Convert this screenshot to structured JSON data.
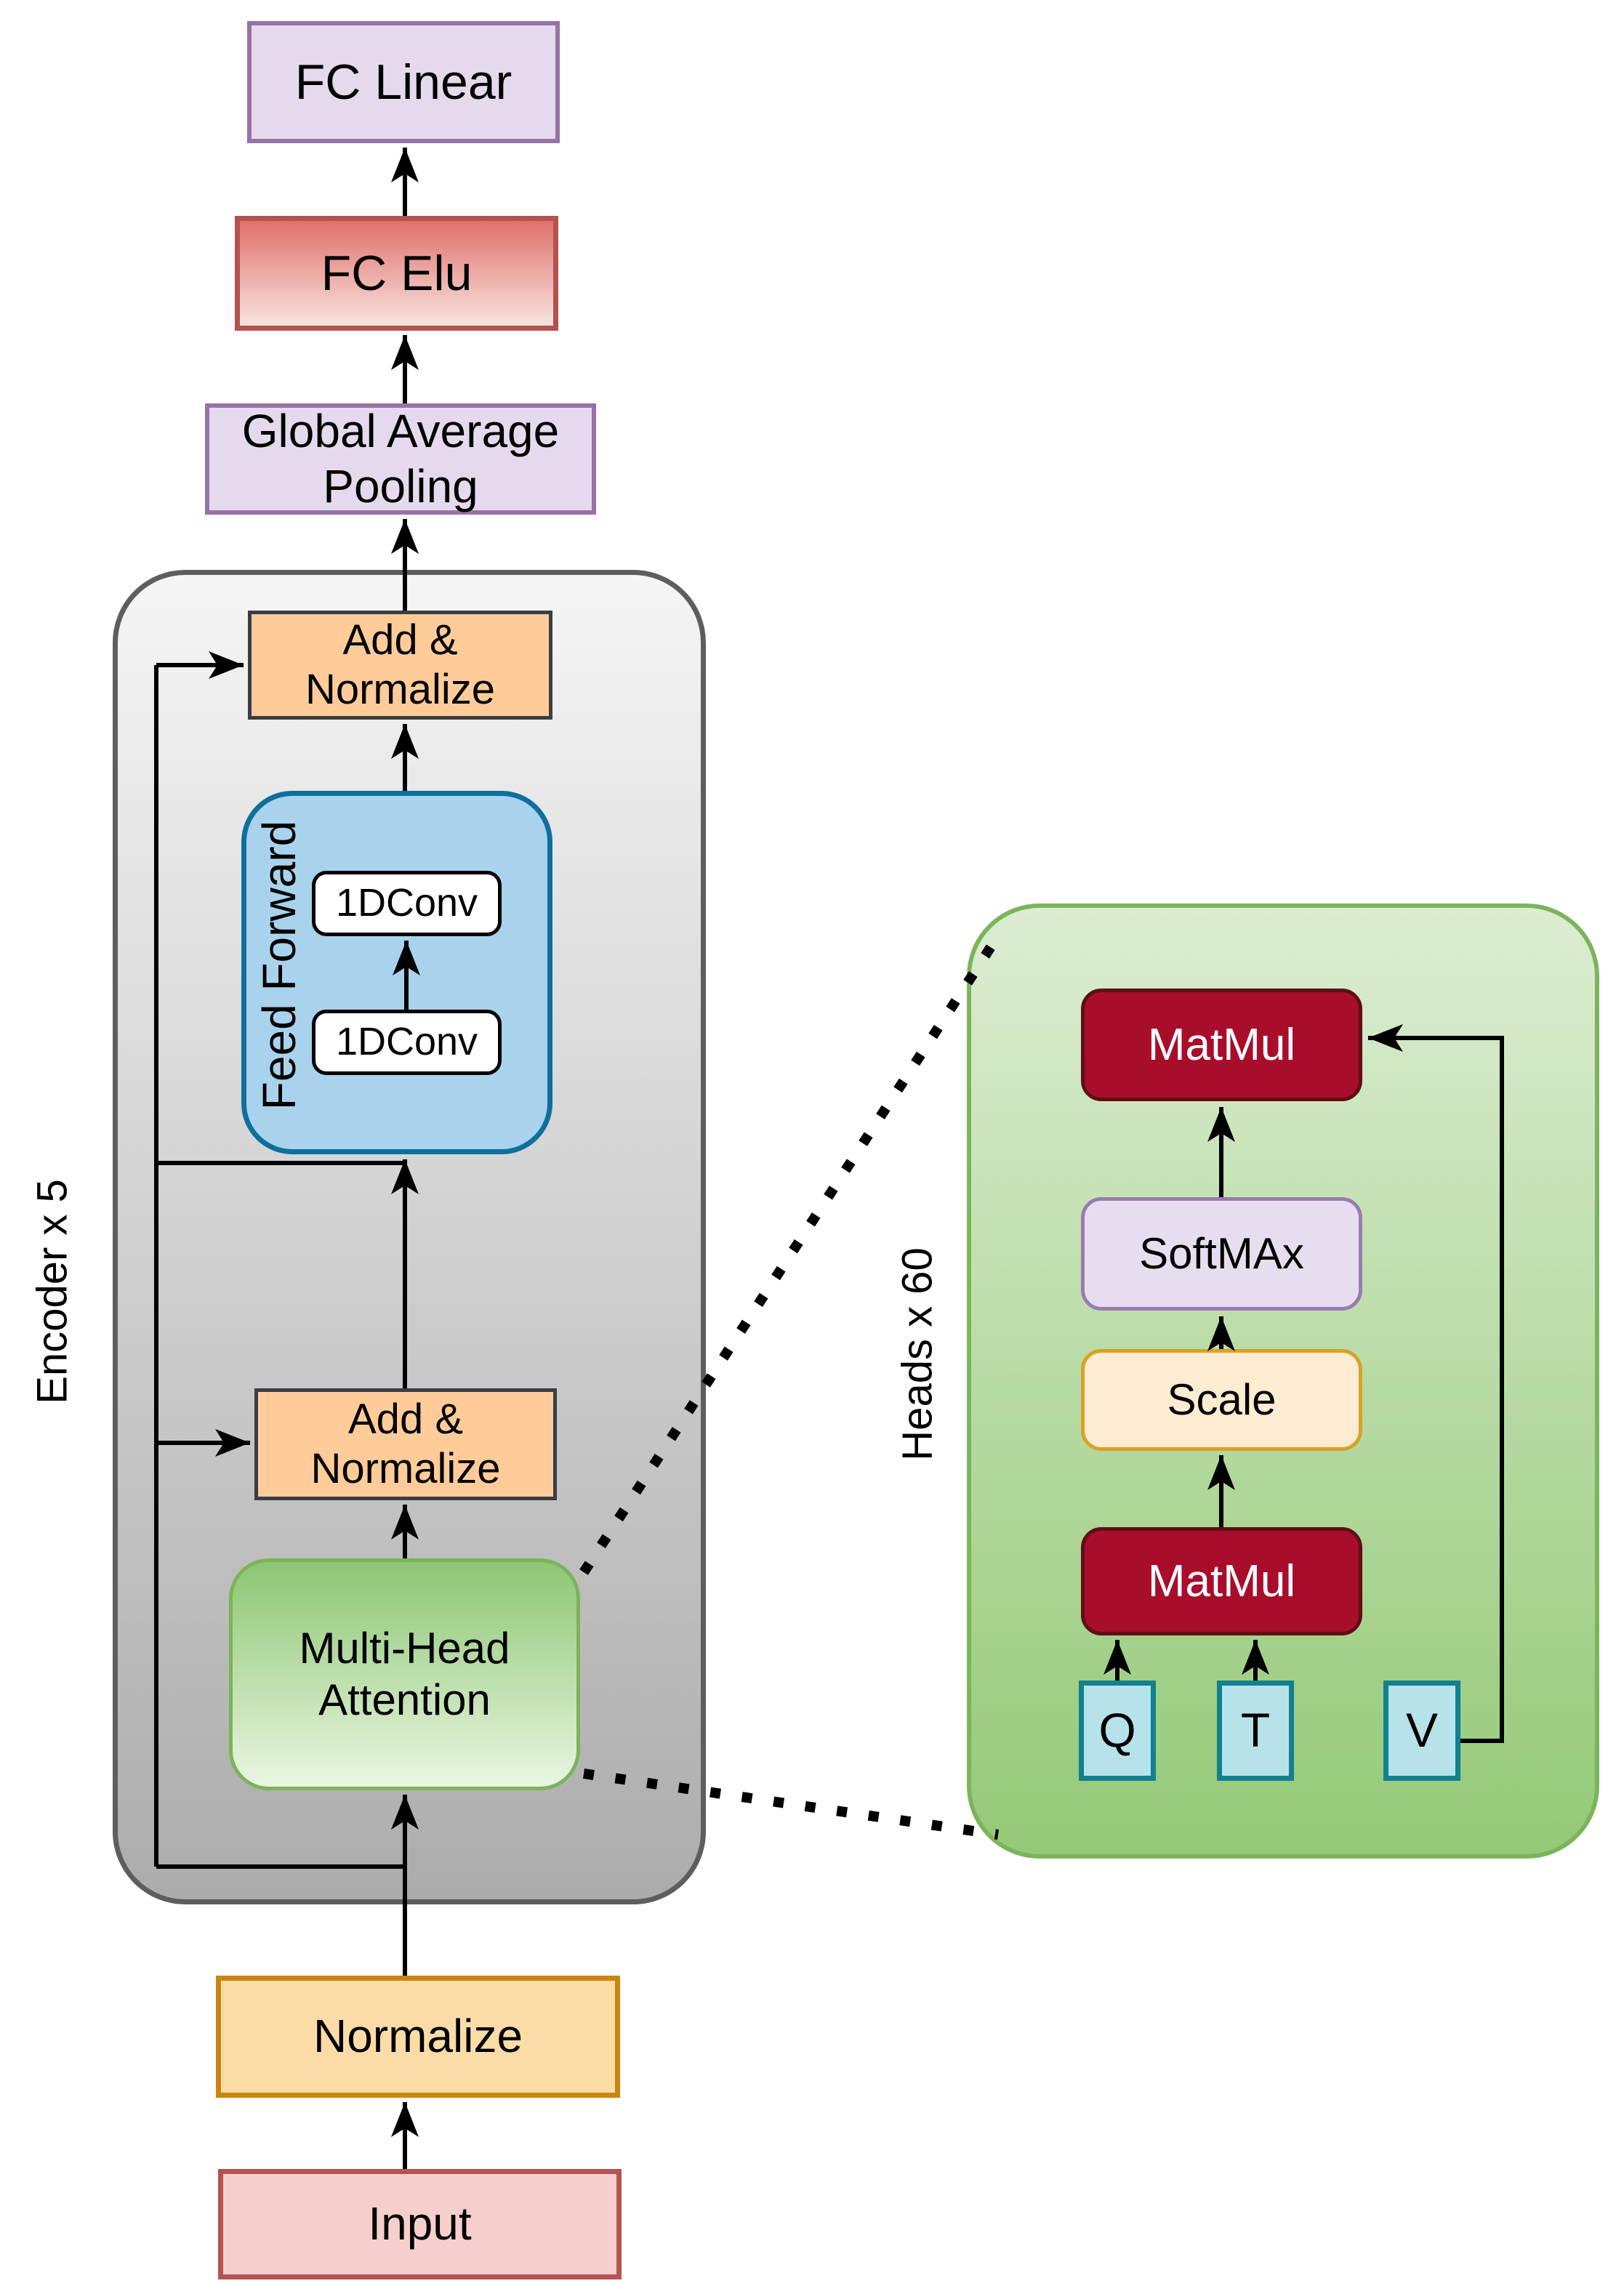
{
  "nodes": {
    "fc_linear": {
      "label": "FC Linear"
    },
    "fc_elu": {
      "label": "FC Elu"
    },
    "global_avg_pool": {
      "label": "Global Average Pooling"
    },
    "encoder_group": {
      "label": "Encoder x 5"
    },
    "add_normalize_top": {
      "label": "Add & Normalize"
    },
    "feed_forward": {
      "label": "Feed Forward"
    },
    "conv_top": {
      "label": "1DConv"
    },
    "conv_bottom": {
      "label": "1DConv"
    },
    "add_normalize_bottom": {
      "label": "Add & Normalize"
    },
    "multi_head_attention": {
      "label": "Multi-Head Attention"
    },
    "normalize": {
      "label": "Normalize"
    },
    "input": {
      "label": "Input"
    },
    "heads_group": {
      "label": "Heads x 60"
    },
    "matmul_top": {
      "label": "MatMul"
    },
    "softmax": {
      "label": "SoftMAx"
    },
    "scale": {
      "label": "Scale"
    },
    "matmul_bottom": {
      "label": "MatMul"
    },
    "q": {
      "label": "Q"
    },
    "t": {
      "label": "T"
    },
    "v": {
      "label": "V"
    }
  },
  "colors": {
    "lavender_fill": "#E5DAED",
    "lavender_border": "#9673A6",
    "red_gradient_top": "#E0716A",
    "red_gradient_bottom": "#F8E3E0",
    "red_border": "#B4524E",
    "orange_fill": "#FFCC99",
    "orange_dark_border": "#3B3E42",
    "encoder_gradient_top": "#F5F5F5",
    "encoder_gradient_bottom": "#ACACAC",
    "encoder_border": "#5E5E5E",
    "blue_fill": "#A9D3EC",
    "blue_border": "#0F6F9C",
    "mha_gradient_top": "#8CC673",
    "mha_gradient_bottom": "#EAF5E2",
    "green_border": "#7CB45B",
    "panel_gradient_top": "#DCEDD2",
    "panel_gradient_bottom": "#94C977",
    "normalize_fill": "#FBDCA7",
    "normalize_border": "#C8860D",
    "input_fill": "#F6CFCD",
    "input_border": "#B5534F",
    "crimson_fill": "#A80E2B",
    "crimson_border": "#5F0E16",
    "softmax_fill": "#E7DDF0",
    "scale_fill": "#FDEBD2",
    "scale_border": "#D9A126",
    "qtv_fill": "#B6E3E9",
    "qtv_border": "#12808E",
    "connector": "#000000"
  }
}
